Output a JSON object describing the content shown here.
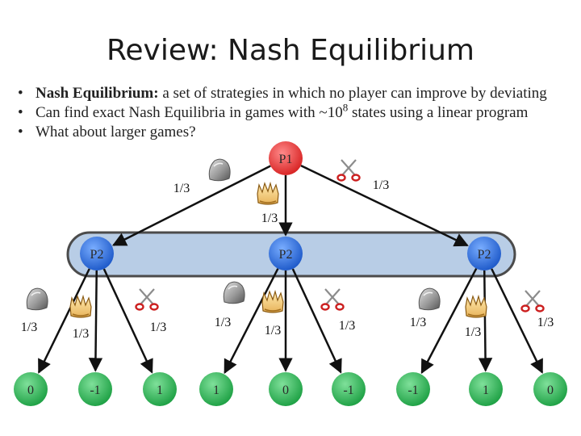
{
  "title": "Review: Nash Equilibrium",
  "bullets": [
    {
      "bold": "Nash Equilibrium:",
      "text": " a set of strategies in which no player can improve by deviating"
    },
    {
      "text": "Can find exact Nash Equilibria in games with ~10",
      "sup": "8",
      "text2": " states using a linear program"
    },
    {
      "text": "What about larger games?"
    }
  ],
  "tree": {
    "root_label": "P1",
    "root_probs": {
      "rock": "1/3",
      "paper": "1/3",
      "scissors": "1/3"
    },
    "p2_label": "P2",
    "p2_nodes": [
      {
        "label": "P2",
        "probs": [
          "1/3",
          "1/3",
          "1/3"
        ],
        "leaves": [
          "0",
          "-1",
          "1"
        ]
      },
      {
        "label": "P2",
        "probs": [
          "1/3",
          "1/3",
          "1/3"
        ],
        "leaves": [
          "1",
          "0",
          "-1"
        ]
      },
      {
        "label": "P2",
        "probs": [
          "1/3",
          "1/3",
          "1/3"
        ],
        "leaves": [
          "-1",
          "1",
          "0"
        ]
      }
    ]
  },
  "icons": [
    "rock-icon",
    "paper-icon",
    "scissors-icon"
  ],
  "colors": {
    "p1_node": "#e52b2b",
    "p2_node": "#1e63d6",
    "leaf_node": "#22b14c",
    "info_set_fill": "#b8cde6",
    "info_set_stroke": "#4b4b4b",
    "edge": "#111111"
  }
}
